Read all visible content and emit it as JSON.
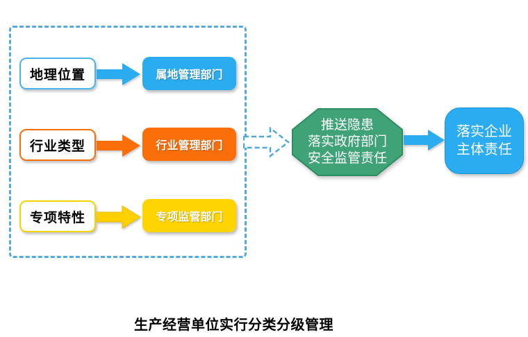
{
  "diagram": {
    "caption": "生产经营单位实行分类分级管理",
    "rows": [
      {
        "label": "地理位置",
        "target": "属地管理部门",
        "color": "#2cacf0"
      },
      {
        "label": "行业类型",
        "target": "行业管理部门",
        "color": "#fa6e0a"
      },
      {
        "label": "专项特性",
        "target": "专项监管部门",
        "color": "#ffd400"
      }
    ],
    "hub": {
      "line1": "推送隐患",
      "line2": "落实政府部门",
      "line3": "安全监管责任",
      "color": "#3fa377"
    },
    "result": {
      "line1": "落实企业",
      "line2": "主体责任",
      "color": "#2cacf0"
    },
    "frame_color": "#55a9dc"
  }
}
